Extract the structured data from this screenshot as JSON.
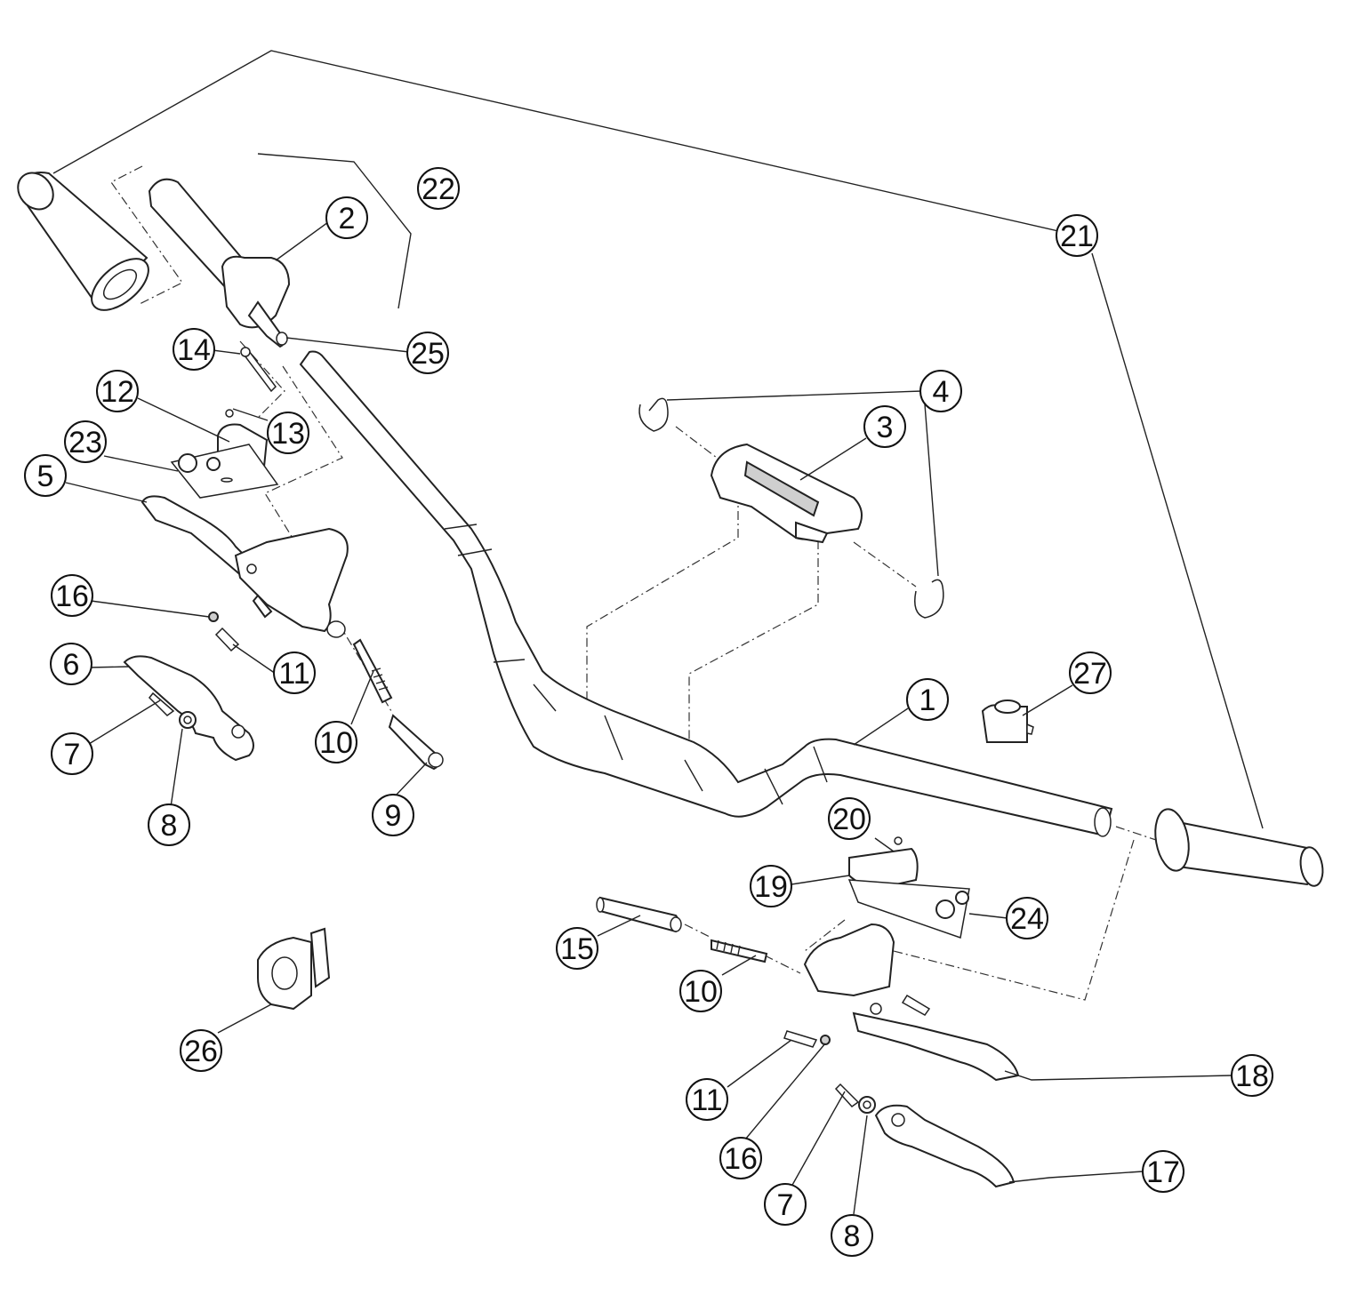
{
  "callouts": [
    {
      "id": "c1",
      "label": "1"
    },
    {
      "id": "c2",
      "label": "2"
    },
    {
      "id": "c3",
      "label": "3"
    },
    {
      "id": "c4",
      "label": "4"
    },
    {
      "id": "c5",
      "label": "5"
    },
    {
      "id": "c6",
      "label": "6"
    },
    {
      "id": "c7a",
      "label": "7"
    },
    {
      "id": "c7b",
      "label": "7"
    },
    {
      "id": "c8a",
      "label": "8"
    },
    {
      "id": "c8b",
      "label": "8"
    },
    {
      "id": "c9",
      "label": "9"
    },
    {
      "id": "c10a",
      "label": "10"
    },
    {
      "id": "c10b",
      "label": "10"
    },
    {
      "id": "c11a",
      "label": "11"
    },
    {
      "id": "c11b",
      "label": "11"
    },
    {
      "id": "c12",
      "label": "12"
    },
    {
      "id": "c13",
      "label": "13"
    },
    {
      "id": "c14",
      "label": "14"
    },
    {
      "id": "c15",
      "label": "15"
    },
    {
      "id": "c16a",
      "label": "16"
    },
    {
      "id": "c16b",
      "label": "16"
    },
    {
      "id": "c17",
      "label": "17"
    },
    {
      "id": "c18",
      "label": "18"
    },
    {
      "id": "c19",
      "label": "19"
    },
    {
      "id": "c20",
      "label": "20"
    },
    {
      "id": "c21",
      "label": "21"
    },
    {
      "id": "c22",
      "label": "22"
    },
    {
      "id": "c23",
      "label": "23"
    },
    {
      "id": "c24",
      "label": "24"
    },
    {
      "id": "c25",
      "label": "25"
    },
    {
      "id": "c26",
      "label": "26"
    },
    {
      "id": "c27",
      "label": "27"
    }
  ]
}
